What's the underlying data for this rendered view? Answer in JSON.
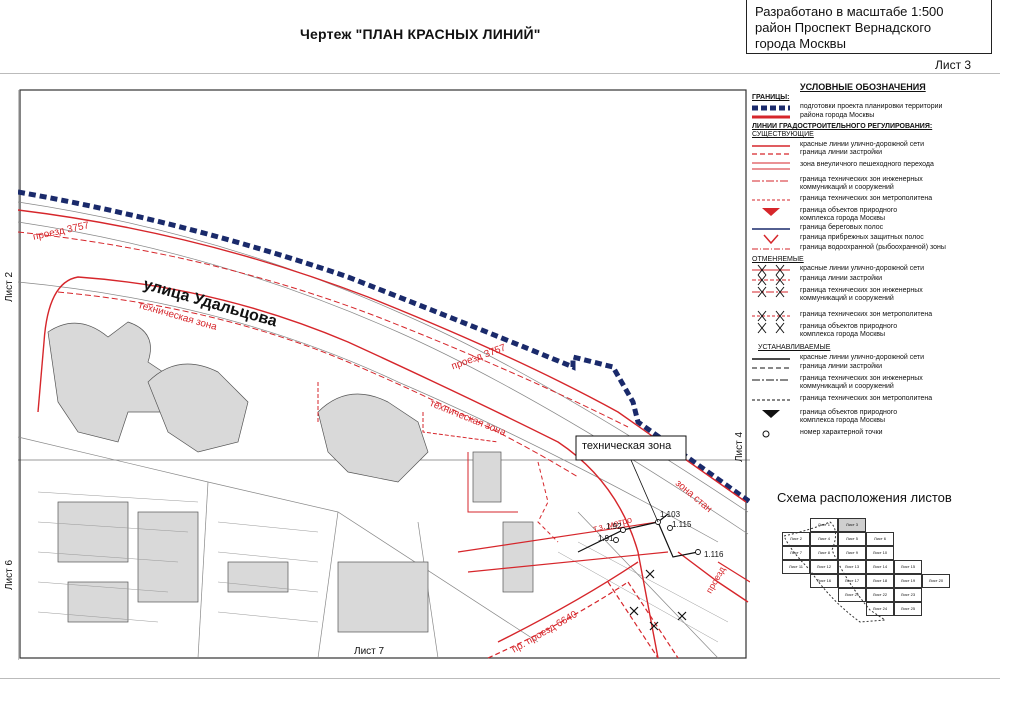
{
  "header": {
    "title": "Чертеж \"ПЛАН КРАСНЫХ ЛИНИЙ\"",
    "scale_lines": [
      "Разработано в масштабе 1:500",
      "район Проспект Вернадского",
      "города Москвы"
    ],
    "sheet": "Лист 3"
  },
  "map": {
    "street_name": "улица Удальцова",
    "labels": {
      "proezd_top": "проезд 3757",
      "proezd_mid": "проезд 3757",
      "tech_zone_1": "техническая зона",
      "tech_zone_2": "техническая зона",
      "tech_zone_box": "техническая зона",
      "zona_sta": "зона стан",
      "pr_proezd": "пр. проезд 6640",
      "tz_metro": "т.з. метро",
      "pt_192": "1.92",
      "pt_191": "1.91",
      "pt_103": "1.103",
      "pt_115": "1.115",
      "pt_116": "1.116",
      "proezd_small": "проезд"
    },
    "sheet_refs": {
      "left_top": "Лист 2",
      "left_bottom": "Лист 6",
      "right": "Лист 4",
      "bottom": "Лист 7"
    },
    "colors": {
      "red_line": "#d6262b",
      "boundary": "#1a2a6b",
      "building": "#777777"
    }
  },
  "legend": {
    "title": "УСЛОВНЫЕ ОБОЗНАЧЕНИЯ",
    "group_borders": "ГРАНИЦЫ:",
    "border_items": [
      "подготовки проекта планировки территории",
      "района города Москвы"
    ],
    "group_lines": "ЛИНИИ ГРАДОСТРОИТЕЛЬНОГО РЕГУЛИРОВАНИЯ:",
    "sub_existing": "СУЩЕСТВУЮЩИЕ",
    "existing_items": [
      "красные линии улично-дорожной сети",
      "граница линии застройки",
      "зона внеуличного пешеходного перехода",
      "граница технических зон инженерных",
      "коммуникаций и сооружений",
      "граница технических зон метрополитена",
      "граница объектов природного",
      "комплекса города Москвы",
      "граница береговых полос",
      "граница прибрежных защитных полос",
      "граница водоохранной (рыбоохранной) зоны"
    ],
    "sub_cancel": "ОТМЕНЯЕМЫЕ",
    "cancel_items": [
      "красные линии улично-дорожной сети",
      "граница линии застройки",
      "граница технических зон инженерных",
      "коммуникаций и сооружений",
      "граница технических зон метрополитена",
      "граница объектов природного",
      "комплекса города Москвы"
    ],
    "sub_set": "УСТАНАВЛИВАЕМЫЕ",
    "set_items": [
      "красные линии улично-дорожной сети",
      "граница линии застройки",
      "граница технических зон инженерных",
      "коммуникаций и сооружений",
      "граница технических зон метрополитена",
      "граница объектов природного",
      "комплекса города Москвы",
      "номер характерной точки"
    ]
  },
  "scheme": {
    "title": "Схема расположения листов",
    "cells": [
      "Лист 1",
      "Лист 2",
      "Лист 3",
      "Лист 4",
      "Лист 5",
      "Лист 6",
      "Лист 7",
      "Лист 8",
      "Лист 9",
      "Лист 10",
      "Лист 11",
      "Лист 12",
      "Лист 13",
      "Лист 14",
      "Лист 15",
      "Лист 16",
      "Лист 17",
      "Лист 18",
      "Лист 19",
      "Лист 20",
      "Лист 21",
      "Лист 22",
      "Лист 23",
      "Лист 24",
      "Лист 25"
    ]
  }
}
